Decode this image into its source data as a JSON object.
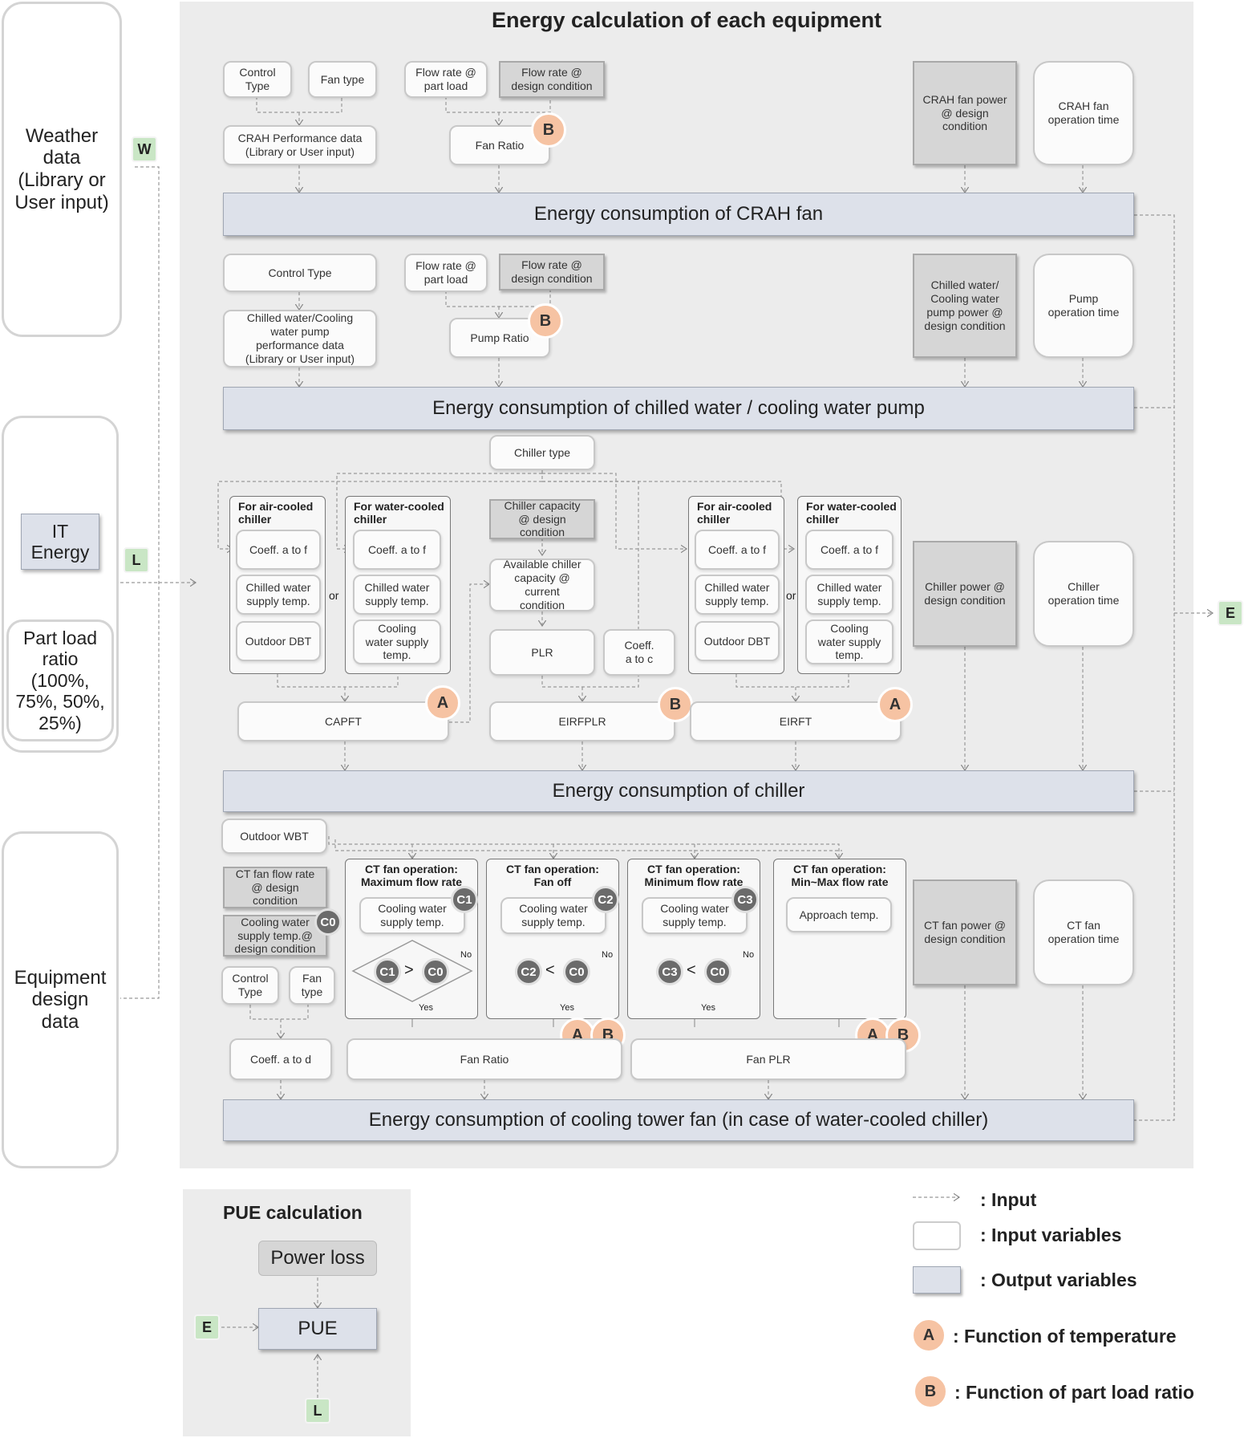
{
  "title": "Energy calculation of each equipment",
  "side": {
    "weather": "Weather\ndata\n(Library or\nUser input)",
    "it_energy": "IT\nEnergy",
    "part_load": "Part load\nratio\n(100%,\n75%, 50%,\n25%)",
    "equipment": "Equipment\ndesign\ndata"
  },
  "tags": {
    "w": "W",
    "l": "L",
    "e": "E"
  },
  "crah": {
    "control_type": "Control\nType",
    "fan_type": "Fan type",
    "flow_part": "Flow rate @\npart load",
    "flow_design": "Flow rate @\ndesign condition",
    "perf": "CRAH Performance data\n(Library or User input)",
    "fan_ratio": "Fan Ratio",
    "fan_power": "CRAH fan power\n@ design\ncondition",
    "op_time": "CRAH fan\noperation time",
    "output": "Energy consumption of CRAH fan"
  },
  "pump": {
    "control_type": "Control Type",
    "flow_part": "Flow rate @\npart load",
    "flow_design": "Flow rate @\ndesign condition",
    "perf": "Chilled water/Cooling\nwater pump\nperformance data\n(Library or User input)",
    "pump_ratio": "Pump Ratio",
    "pump_power": "Chilled water/\nCooling water\npump power @\ndesign condition",
    "op_time": "Pump\noperation time",
    "output": "Energy consumption of chilled water / cooling water pump"
  },
  "chiller": {
    "type": "Chiller type",
    "air_title": "For air-cooled\nchiller",
    "water_title": "For water-cooled\nchiller",
    "coeff_af": "Coeff. a to f",
    "chw_supply": "Chilled water\nsupply temp.",
    "outdoor_dbt": "Outdoor DBT",
    "cw_supply": "Cooling\nwater supply\ntemp.",
    "or": "or",
    "cap_design": "Chiller capacity\n@ design\ncondition",
    "cap_current": "Available chiller\ncapacity @\ncurrent\ncondition",
    "plr": "PLR",
    "coeff_ac": "Coeff.\na to c",
    "capft": "CAPFT",
    "eirfplr": "EIRFPLR",
    "eirft": "EIRFT",
    "power": "Chiller power @\ndesign condition",
    "op_time": "Chiller\noperation time",
    "output": "Energy consumption of chiller"
  },
  "ct": {
    "outdoor_wbt": "Outdoor WBT",
    "flow_design": "CT fan flow rate\n@ design\ncondition",
    "cw_design": "Cooling water\nsupply temp.@\ndesign condition",
    "control_type": "Control\nType",
    "fan_type": "Fan\ntype",
    "coeff_ad": "Coeff. a to d",
    "op_max": "CT fan operation:\nMaximum flow rate",
    "op_off": "CT fan operation:\nFan off",
    "op_min": "CT fan operation:\nMinimum flow rate",
    "op_minmax": "CT fan operation:\nMin~Max flow rate",
    "cw_supply": "Cooling water\nsupply temp.",
    "approach": "Approach temp.",
    "c0": "C0",
    "c1": "C1",
    "c2": "C2",
    "c3": "C3",
    "gt": ">",
    "lt": "<",
    "no": "No",
    "yes": "Yes",
    "fan_ratio": "Fan Ratio",
    "fan_plr": "Fan PLR",
    "power": "CT fan power @\ndesign condition",
    "op_time": "CT fan\noperation time",
    "output": "Energy consumption of cooling tower fan (in case of water-cooled chiller)"
  },
  "func": {
    "a": "A",
    "b": "B"
  },
  "pue": {
    "title": "PUE calculation",
    "power_loss": "Power loss",
    "pue": "PUE"
  },
  "legend": {
    "input": ": Input",
    "input_vars": ": Input variables",
    "output_vars": ": Output variables",
    "func_temp": ": Function of temperature",
    "func_plr": ": Function of part load ratio"
  }
}
